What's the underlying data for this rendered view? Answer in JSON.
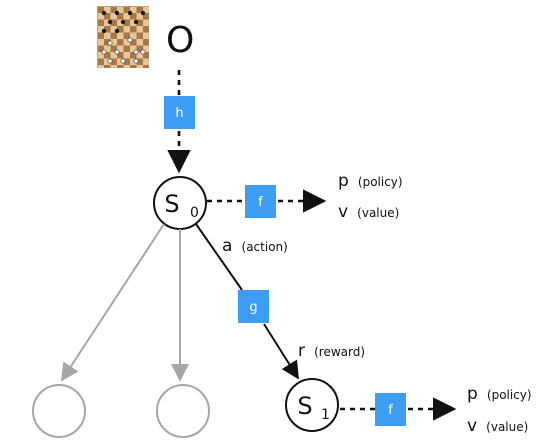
{
  "observation": {
    "label": "O",
    "board_icon": "chessboard-icon"
  },
  "functions": {
    "h": "h",
    "f": "f",
    "g": "g"
  },
  "states": {
    "s0_main": "S",
    "s0_sub": "0",
    "s1_main": "S",
    "s1_sub": "1"
  },
  "outputs_s0": {
    "policy_symbol": "p",
    "policy_text": "(policy)",
    "value_symbol": "v",
    "value_text": "(value)"
  },
  "outputs_s1": {
    "policy_symbol": "p",
    "policy_text": "(policy)",
    "value_symbol": "v",
    "value_text": "(value)"
  },
  "edges": {
    "action_symbol": "a",
    "action_text": "(action)",
    "reward_symbol": "r",
    "reward_text": "(reward)"
  },
  "colors": {
    "function_box": "#3d9df2",
    "branch_gray": "#a6a6a6",
    "ink": "#111111"
  }
}
